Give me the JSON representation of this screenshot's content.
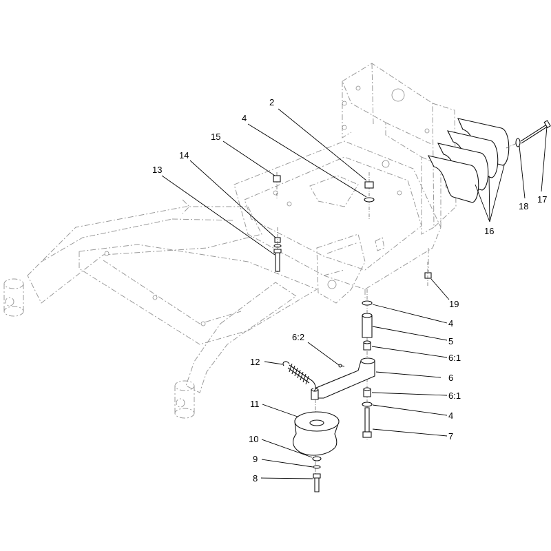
{
  "callouts": [
    {
      "id": "2",
      "text": "2"
    },
    {
      "id": "4a",
      "text": "4"
    },
    {
      "id": "15",
      "text": "15"
    },
    {
      "id": "14",
      "text": "14"
    },
    {
      "id": "13",
      "text": "13"
    },
    {
      "id": "16",
      "text": "16"
    },
    {
      "id": "17",
      "text": "17"
    },
    {
      "id": "18",
      "text": "18"
    },
    {
      "id": "19",
      "text": "19"
    },
    {
      "id": "4b",
      "text": "4"
    },
    {
      "id": "5",
      "text": "5"
    },
    {
      "id": "6-1a",
      "text": "6:1"
    },
    {
      "id": "6-2",
      "text": "6:2"
    },
    {
      "id": "6",
      "text": "6"
    },
    {
      "id": "12",
      "text": "12"
    },
    {
      "id": "6-1b",
      "text": "6:1"
    },
    {
      "id": "4c",
      "text": "4"
    },
    {
      "id": "11",
      "text": "11"
    },
    {
      "id": "7",
      "text": "7"
    },
    {
      "id": "10",
      "text": "10"
    },
    {
      "id": "9",
      "text": "9"
    },
    {
      "id": "8",
      "text": "8"
    }
  ]
}
